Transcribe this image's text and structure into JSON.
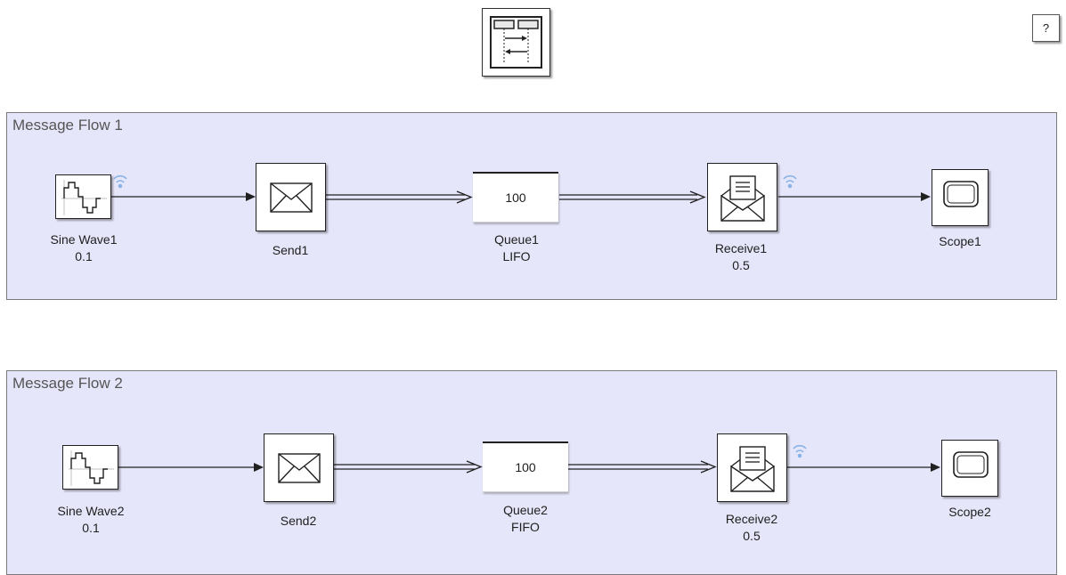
{
  "toolbar": {
    "help_label": "?"
  },
  "flows": [
    {
      "title": "Message Flow 1",
      "blocks": {
        "sine": {
          "line1": "Sine Wave1",
          "line2": "0.1"
        },
        "send": {
          "line1": "Send1"
        },
        "queue": {
          "capacity": "100",
          "line1": "Queue1",
          "line2": "LIFO"
        },
        "receive": {
          "line1": "Receive1",
          "line2": "0.5"
        },
        "scope": {
          "line1": "Scope1"
        }
      }
    },
    {
      "title": "Message Flow 2",
      "blocks": {
        "sine": {
          "line1": "Sine Wave2",
          "line2": "0.1"
        },
        "send": {
          "line1": "Send2"
        },
        "queue": {
          "capacity": "100",
          "line1": "Queue2",
          "line2": "FIFO"
        },
        "receive": {
          "line1": "Receive2",
          "line2": "0.5"
        },
        "scope": {
          "line1": "Scope2"
        }
      }
    }
  ],
  "icons": {
    "sine": "sine-wave-icon",
    "send": "envelope-icon",
    "receive": "open-envelope-icon",
    "scope": "scope-screen-icon",
    "wireless": "wireless-indicator-icon",
    "schedule": "schedule-editor-icon"
  },
  "colors": {
    "area_fill": "#e6e6fa",
    "wireless": "#8ab4e8"
  }
}
